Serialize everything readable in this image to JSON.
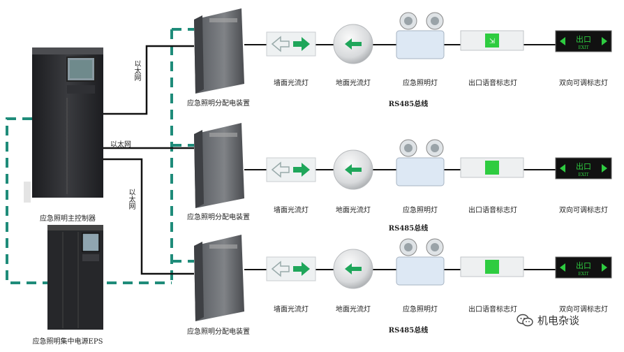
{
  "colors": {
    "dashed_line": "#1f8c7a",
    "solid_line": "#111111",
    "arrow_green": "#1fa65a",
    "cabinet_dark": "#2a2b2e",
    "panel_gray": "#6a6c70",
    "exit_green": "#2ecc40"
  },
  "labels": {
    "control_host": "应急照明主控制器",
    "eps": "应急照明集中电源EPS",
    "ethernet": "以太网",
    "distribution": "应急照明分配电装置",
    "bus": "RS485总线"
  },
  "rows": [
    {
      "distribution_label": "应急照明分配电装置",
      "bus_label": "RS485总线",
      "lamps": [
        "墙面光流灯",
        "地面光流灯",
        "应急照明灯",
        "出口语音标志灯",
        "双向可调标志灯"
      ]
    },
    {
      "distribution_label": "应急照明分配电装置",
      "bus_label": "RS485总线",
      "lamps": [
        "墙面光流灯",
        "地面光流灯",
        "应急照明灯",
        "出口语音标志灯",
        "双向可调标志灯"
      ]
    },
    {
      "distribution_label": "应急照明分配电装置",
      "bus_label": "RS485总线",
      "lamps": [
        "墙面光流灯",
        "地面光流灯",
        "应急照明灯",
        "出口语音标志灯",
        "双向可调标志灯"
      ]
    }
  ],
  "exit_sign_text": "出口",
  "exit_sign_sub": "EXIT",
  "watermark": "机电杂谈",
  "icons": [
    "arrow-left-icon",
    "arrow-right-icon",
    "wechat-icon"
  ]
}
